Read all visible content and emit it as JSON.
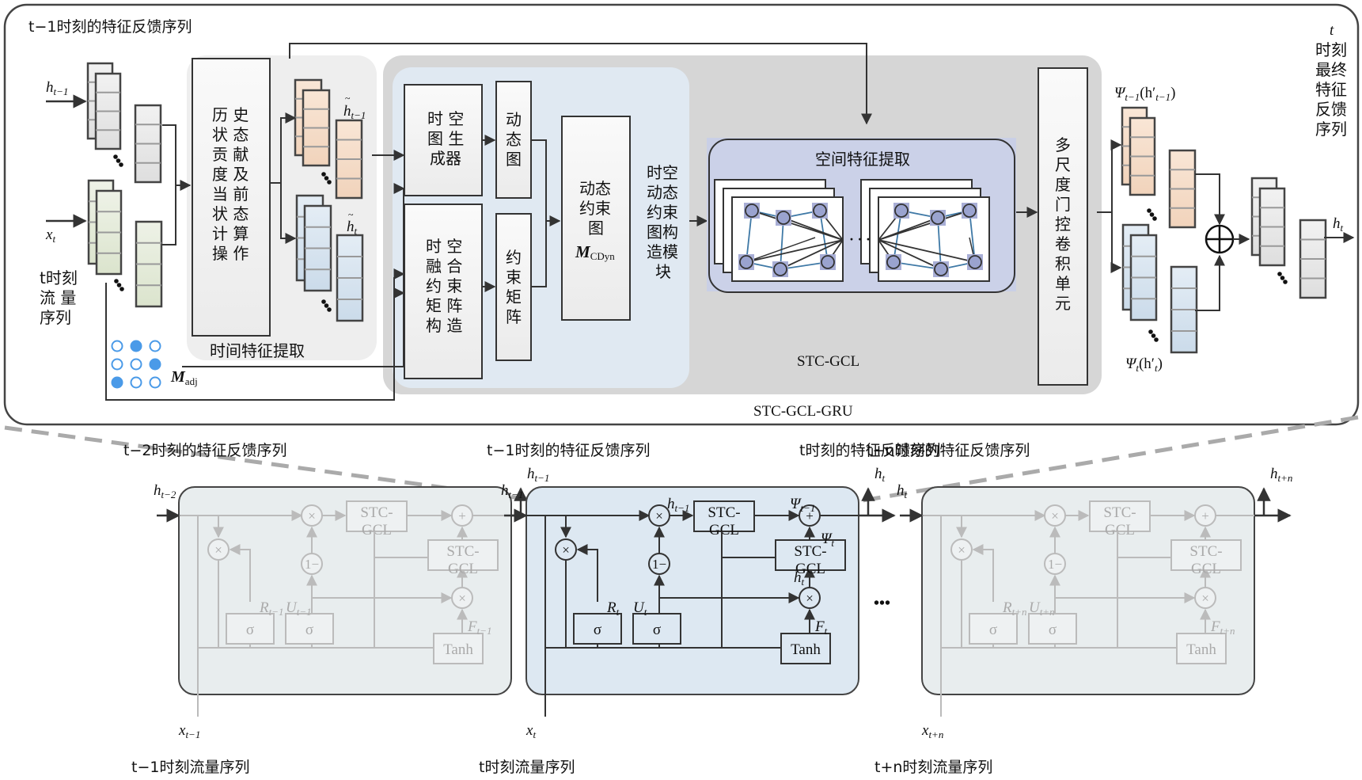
{
  "top_module": {
    "title": "STC-GCL-GRU",
    "feedback_label": "t−1时刻的特征反馈序列",
    "input_h_label": "h",
    "input_h_sub": "t−1",
    "input_x_label": "x",
    "input_x_sub": "t",
    "flow_label_lines": [
      "t时刻",
      "流  量",
      "序列"
    ],
    "madj_label": "M",
    "madj_sub": "adj",
    "madj_pattern": [
      [
        0,
        1,
        0
      ],
      [
        0,
        0,
        1
      ],
      [
        1,
        0,
        0
      ]
    ],
    "temporal": {
      "title": "时间特征提取",
      "calc_box_lines": [
        "历 史",
        "状 态",
        "贡 献",
        "度 及",
        "当 前",
        "状 态",
        "计 算",
        "操 作"
      ],
      "h_tilde_prev": "h",
      "h_tilde_prev_sub": "t−1",
      "h_tilde_curr": "h",
      "h_tilde_curr_sub": "t"
    },
    "stc_gcl": {
      "title": "STC-GCL",
      "generator_lines": [
        "时 空",
        "图 生",
        "成器"
      ],
      "dynamic_graph_lines": [
        "动",
        "态",
        "图"
      ],
      "fusion_lines": [
        "时 空",
        "融 合",
        "约 束",
        "矩 阵",
        "构 造"
      ],
      "constraint_matrix_lines": [
        "约",
        "束",
        "矩",
        "阵"
      ],
      "cdyn_lines": [
        "动态",
        "约束",
        "图"
      ],
      "cdyn_symbol": "M",
      "cdyn_sub": "CDyn",
      "module_lines": [
        "时空",
        "动态",
        "约束",
        "图构",
        "造模",
        "块"
      ],
      "spatial_title": "空间特征提取",
      "ellipsis": "· · ·"
    },
    "multi_scale_lines": [
      "多",
      "尺",
      "度",
      "门",
      "控",
      "卷",
      "积",
      "单",
      "元"
    ],
    "psi_prev": "Ψ",
    "psi_prev_sub": "t−1",
    "psi_prev_arg": "(h′",
    "psi_prev_arg_sub": "t−1",
    "psi_curr": "Ψ",
    "psi_curr_sub": "t",
    "psi_curr_arg": "(h′",
    "psi_curr_arg_sub": "t",
    "output_label": "h",
    "output_sub": "t",
    "final_label_lines": [
      "t",
      "时刻",
      "最终",
      "特征",
      "反馈",
      "序列"
    ]
  },
  "bottom": {
    "ellipsis": "•••",
    "cells": [
      {
        "id": "prev",
        "feedback_label": "t−2时刻的特征反馈序列",
        "flow_label": "t−1时刻流量序列",
        "h_in": "h",
        "h_in_sub": "t−2",
        "h_out": "h",
        "h_out_sub": "t−1",
        "x_in": "x",
        "x_in_sub": "t−1",
        "R": "R",
        "R_sub": "t−1",
        "U": "U",
        "U_sub": "t−1",
        "F": "F",
        "F_sub": "t−1",
        "faded": true
      },
      {
        "id": "current",
        "feedback_label": "t−1时刻的特征反馈序列",
        "flow_label": "t时刻流量序列",
        "h_in": "h",
        "h_in_sub": "t−1",
        "h_out": "h",
        "h_out_sub": "t",
        "x_in": "x",
        "x_in_sub": "t",
        "R": "R",
        "R_sub": "t",
        "U": "U",
        "U_sub": "t",
        "F": "F",
        "F_sub": "t",
        "faded": false
      },
      {
        "id": "next",
        "feedback_label": "t+n时刻的特征反馈序列",
        "flow_label": "t+n时刻流量序列",
        "h_in": "h",
        "h_in_sub": "t",
        "h_out": "h",
        "h_out_sub": "t+n",
        "x_in": "x",
        "x_in_sub": "t+n",
        "R": "R",
        "R_sub": "t+n",
        "U": "U",
        "U_sub": "t+n",
        "F": "F",
        "F_sub": "t+n",
        "faded": true
      }
    ],
    "mid_feedback_label": "t时刻的特征反馈序列",
    "gate_labels": {
      "mult": "×",
      "plus": "+",
      "one_minus": "1−",
      "sigma": "σ",
      "stc1": "STC-",
      "stc2": "GCL",
      "tanh": "Tanh",
      "h_tilde_prev": "h",
      "h_tilde_prev_sub": "t−1",
      "h_tilde_curr": "h",
      "h_tilde_curr_sub": "t",
      "psi_prev": "Ψ",
      "psi_prev_sub": "t−1",
      "psi_prev_arg": "(h′",
      "psi_prev_arg_sub": "t−1",
      "psi_curr": "Ψ",
      "psi_curr_sub": "t",
      "psi_curr_arg": "(h′",
      "psi_curr_arg_sub": "t"
    }
  },
  "colors": {
    "orange_block": "#f6dcc6",
    "blue_block": "#d6e3ef",
    "gray_block": "#e6e6e6",
    "green_block": "#e3ead8",
    "temporal_bg": "#eeeeee",
    "stc_bg": "#d6d6d6",
    "stc_inner_bg": "#e0e9f2",
    "spatial_bg": "#c9cfe6",
    "node": "#9aa3cf",
    "node_square": "#a8aed6",
    "edge_blue": "#3f79a6",
    "cell_active": "#dde8f2",
    "cell_faded": "#e8edee",
    "madj_dot": "#4a9ae8"
  }
}
